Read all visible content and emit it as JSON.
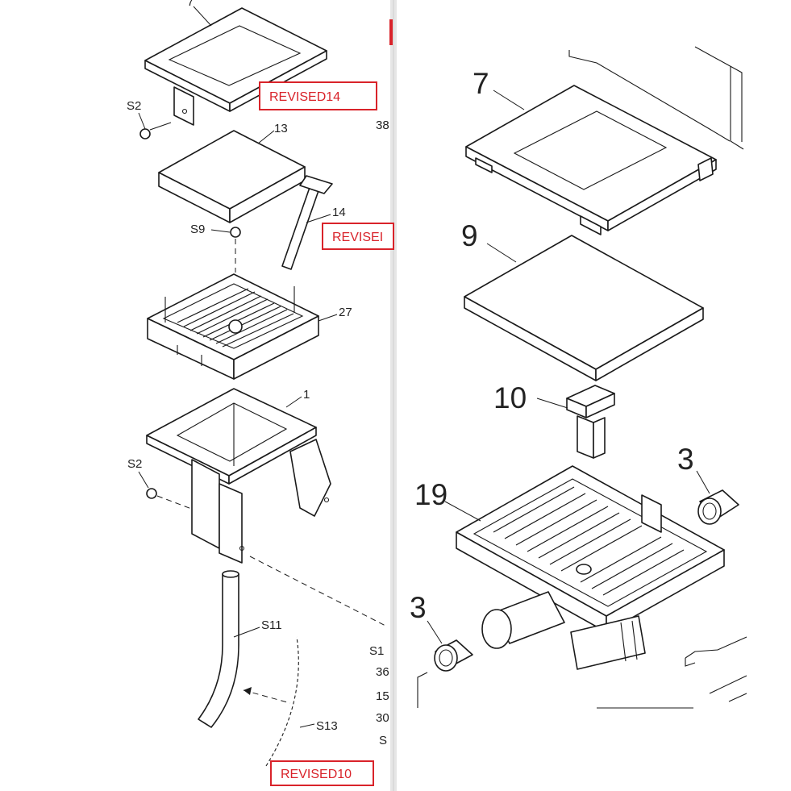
{
  "left_panel": {
    "labels": {
      "p7": "7",
      "s2_top": "S2",
      "p13": "13",
      "p14": "14",
      "s9": "S9",
      "p27": "27",
      "p1": "1",
      "s2_mid": "S2",
      "s11": "S11",
      "s13": "S13"
    },
    "revised_tags": {
      "top": "REVISED14",
      "middle": "REVISEI",
      "bottom": "REVISED10"
    },
    "cut_off_refs": [
      "38",
      "S1",
      "36",
      "15",
      "30",
      "S"
    ]
  },
  "right_panel": {
    "labels": {
      "p7": "7",
      "p9": "9",
      "p10": "10",
      "p3_upper": "3",
      "p19": "19",
      "p3_lower": "3"
    }
  },
  "colors": {
    "revised_red": "#d9232a",
    "line": "#1a1a1a",
    "divider": "#dddddd"
  }
}
